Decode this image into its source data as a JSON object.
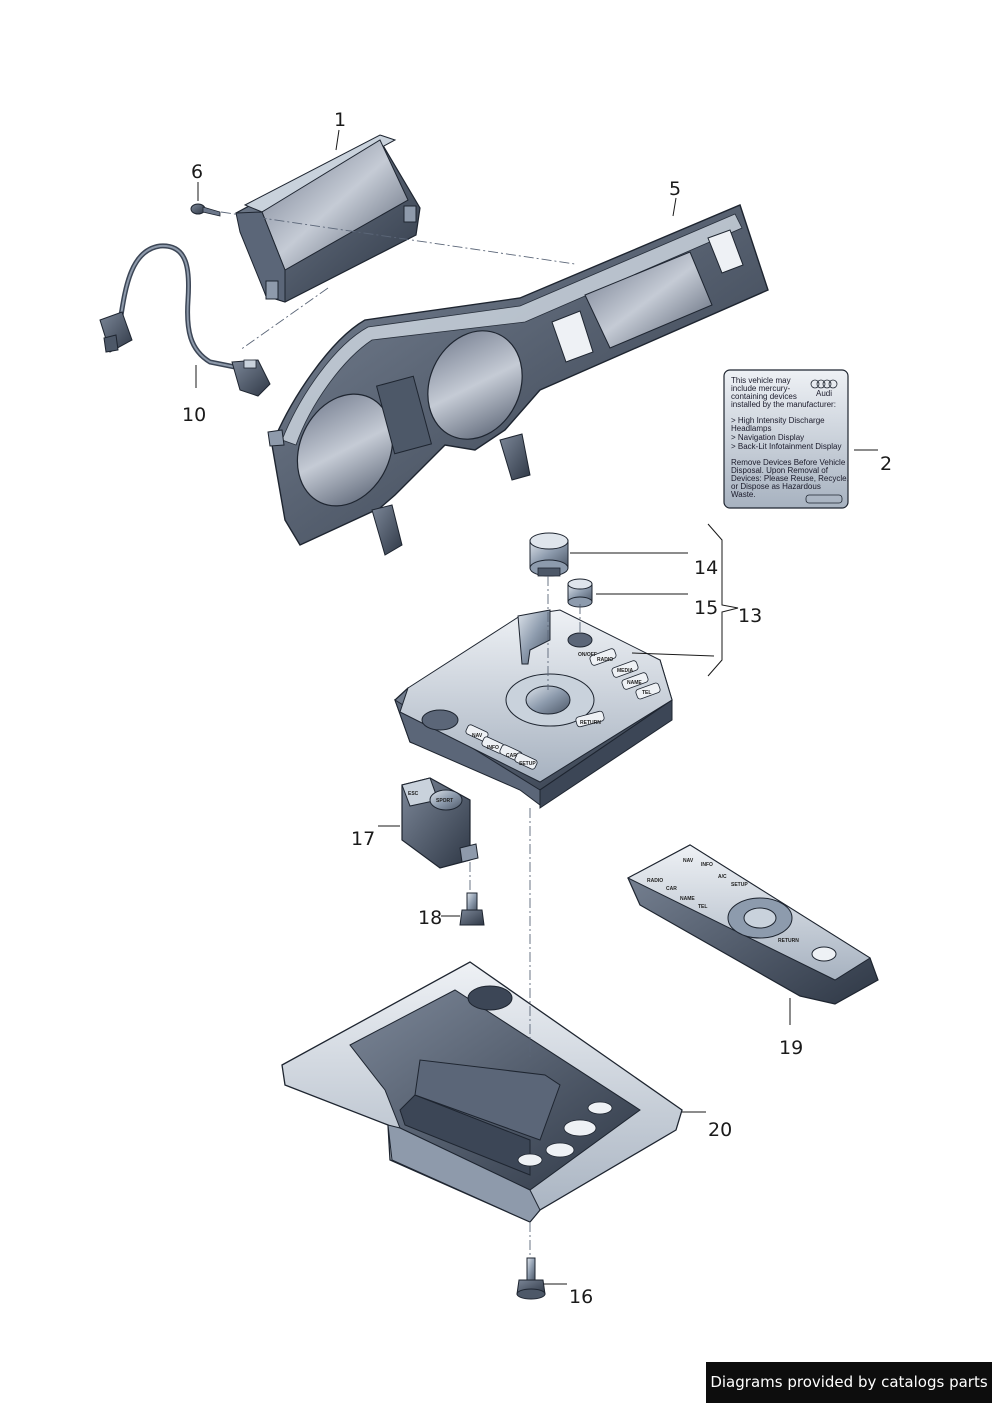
{
  "callouts": {
    "c1": "1",
    "c2": "2",
    "c5": "5",
    "c6": "6",
    "c10": "10",
    "c13": "13",
    "c14": "14",
    "c15": "15",
    "c16": "16",
    "c17": "17",
    "c18": "18",
    "c19": "19",
    "c20": "20"
  },
  "warning_label": {
    "logo_text": "Audi",
    "lines": [
      "This vehicle may",
      "include mercury-",
      "containing devices",
      "installed by the manufacturer:",
      "> High Intensity Discharge",
      "   Headlamps",
      "> Navigation Display",
      "> Back-Lit Infotainment Display",
      "Remove Devices Before Vehicle",
      "Disposal. Upon Removal of",
      "Devices: Please Reuse, Recycle,",
      "or Dispose as Hazardous",
      "Waste."
    ]
  },
  "control_buttons": [
    "ON/OFF",
    "RADIO",
    "MEDIA",
    "NAME",
    "TEL",
    "NAV",
    "INFO",
    "CAR",
    "SETUP",
    "RETURN"
  ],
  "remote_buttons": [
    "NAV",
    "INFO",
    "RADIO",
    "CAR",
    "NAME",
    "TEL",
    "A/C",
    "SETUP",
    "RETURN"
  ],
  "switch_buttons": [
    "ESC",
    "SPORT"
  ],
  "footer": {
    "text": "Diagrams provided by catalogs parts"
  },
  "colors": {
    "part_fill": "#6a7a8f",
    "part_dark": "#3c4656",
    "part_light": "#c9d2dc",
    "leader": "#1a1a1a",
    "footer_bg": "#0d0d0d"
  }
}
